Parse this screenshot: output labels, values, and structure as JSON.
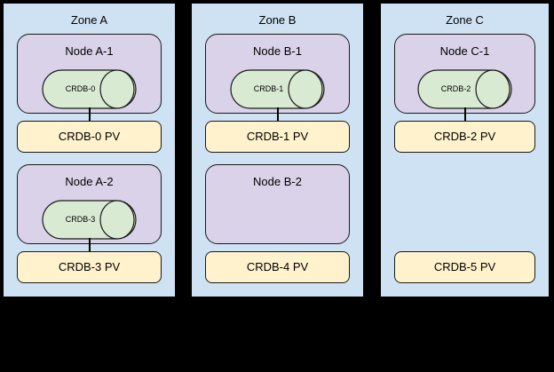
{
  "zones": [
    {
      "label": "Zone A",
      "nodes": [
        {
          "label": "Node A-1",
          "pod": "CRDB-0"
        },
        {
          "label": "Node A-2",
          "pod": "CRDB-3"
        }
      ],
      "pvs": [
        "CRDB-0 PV",
        "CRDB-3 PV"
      ]
    },
    {
      "label": "Zone B",
      "nodes": [
        {
          "label": "Node B-1",
          "pod": "CRDB-1"
        },
        {
          "label": "Node B-2",
          "pod": null
        }
      ],
      "pvs": [
        "CRDB-1 PV",
        "CRDB-4 PV"
      ]
    },
    {
      "label": "Zone C",
      "nodes": [
        {
          "label": "Node C-1",
          "pod": "CRDB-2"
        }
      ],
      "pvs": [
        "CRDB-2 PV",
        "CRDB-5 PV"
      ]
    }
  ],
  "colors": {
    "background": "#000000",
    "zone_fill": "#cfe2f3",
    "node_fill": "#d9d2e9",
    "pod_fill": "#d9ead3",
    "pv_fill": "#fff2cc",
    "border": "#000000"
  }
}
